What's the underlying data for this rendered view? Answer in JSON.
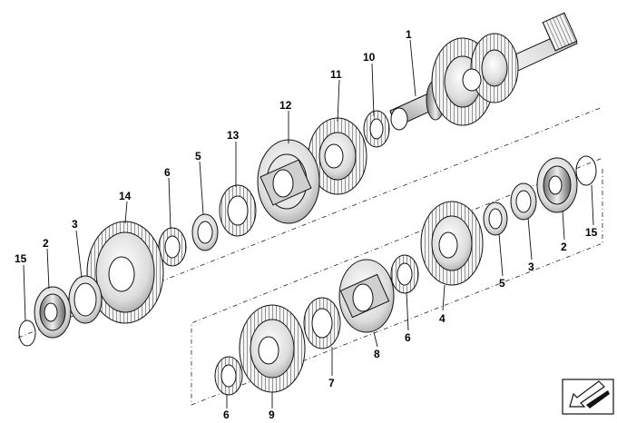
{
  "diagram": {
    "callouts": {
      "c1": "1",
      "c2a": "2",
      "c2b": "2",
      "c3a": "3",
      "c3b": "3",
      "c4": "4",
      "c5a": "5",
      "c5b": "5",
      "c6a": "6",
      "c6b": "6",
      "c6c": "6",
      "c7": "7",
      "c8": "8",
      "c9": "9",
      "c10": "10",
      "c11": "11",
      "c12": "12",
      "c13": "13",
      "c14": "14",
      "c15a": "15",
      "c15b": "15"
    },
    "nav_icon": "arrow-down-left-icon"
  }
}
